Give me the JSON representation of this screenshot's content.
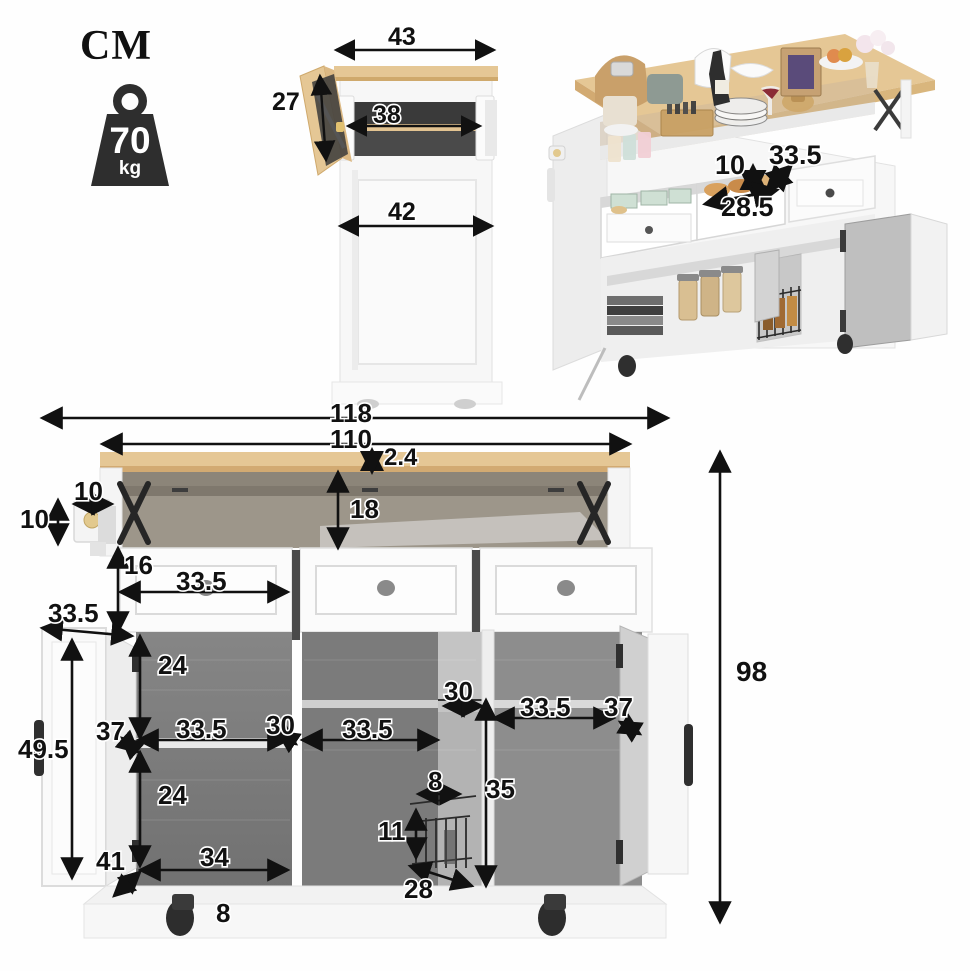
{
  "meta": {
    "unit_label": "CM",
    "weight_value": "70",
    "weight_unit": "kg"
  },
  "side_view": {
    "name": "side-view",
    "dims": {
      "top_width": "43",
      "drawer_width": "38",
      "body_width": "42",
      "drop_leaf": "27"
    }
  },
  "photo_view": {
    "name": "product-photo",
    "dims": {
      "drawer_height": "10",
      "drawer_depth": "33.5",
      "drawer_width": "28.5"
    }
  },
  "front_view": {
    "name": "front-view",
    "dims": {
      "overall_width": "118",
      "top_width": "110",
      "top_thickness": "2.4",
      "shelf_height": "18",
      "hook_width": "10",
      "hook_height": "10",
      "drawer_height": "16",
      "drawer_width_left": "33.5",
      "door_width_left": "33.5",
      "door_height_left": "49.5",
      "upper_compartment_left": "24",
      "shelf_depth_left": "33.5",
      "shelf_thickness_left": "37",
      "lower_compartment_left": "24",
      "lower_width_left": "34",
      "bottom_offset_left": "41",
      "caster_height": "8",
      "center_shelf_width": "33.5",
      "divider_width": "30",
      "divider_gap": "30",
      "basket_width": "8",
      "basket_height": "11",
      "basket_depth": "28",
      "center_height": "35",
      "right_shelf_width": "33.5",
      "right_shelf_thickness": "37",
      "overall_height": "98"
    }
  },
  "colors": {
    "wood_top": "#e5c795",
    "wood_top_edge": "#d9b67d",
    "cabinet_white": "#f6f6f6",
    "cabinet_shade": "#e4e4e4",
    "interior_gray": "#7b7b7b",
    "interior_gray_dark": "#6a6a6a",
    "interior_shelf": "#9a9a9a",
    "dark_accent": "#2c2c2c",
    "line": "#111111"
  }
}
